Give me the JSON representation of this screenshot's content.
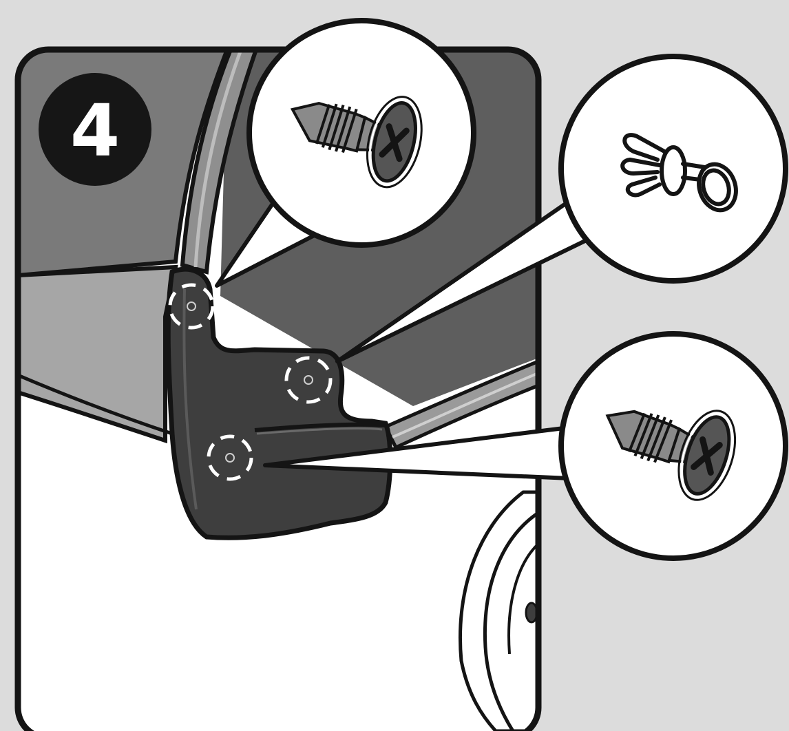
{
  "step": {
    "number": "4"
  },
  "colors": {
    "background": "#dcdcdc",
    "panel_white": "#ffffff",
    "body_mid_gray": "#7a7a7a",
    "body_light_gray": "#a6a6a6",
    "inner_dark_gray": "#5e5e5e",
    "mud_flap": "#3e3e3e",
    "outline": "#141414",
    "badge": "#161616",
    "badge_text": "#ffffff",
    "screw_shaft": "#8a8a8a",
    "screw_head": "#555555"
  },
  "callouts": [
    {
      "id": "top",
      "part": "screw-icon"
    },
    {
      "id": "middle",
      "part": "push-clip-icon"
    },
    {
      "id": "bottom",
      "part": "screw-icon"
    }
  ],
  "mount_points": [
    "upper-mount-point",
    "middle-mount-point",
    "lower-mount-point"
  ]
}
